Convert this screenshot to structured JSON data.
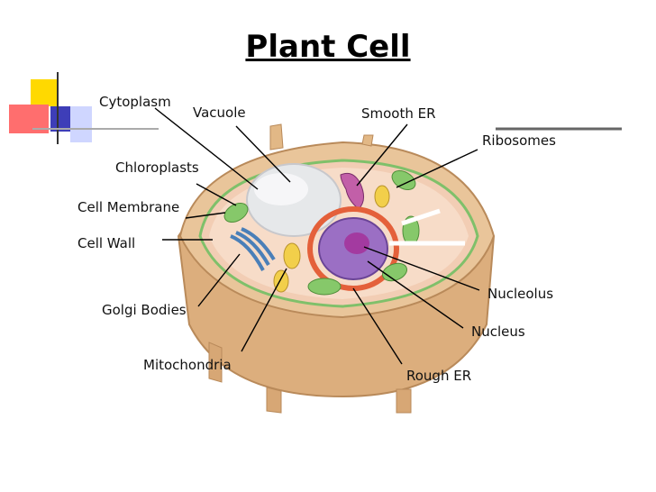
{
  "title": "Plant Cell",
  "labels": {
    "cytoplasm": "Cytoplasm",
    "vacuole": "Vacuole",
    "smooth_er": "Smooth ER",
    "ribosomes": "Ribosomes",
    "chloroplasts": "Chloroplasts",
    "cell_membrane": "Cell Membrane",
    "cell_wall": "Cell Wall",
    "golgi_bodies": "Golgi Bodies",
    "mitochondria": "Mitochondria",
    "nucleolus": "Nucleolus",
    "nucleus": "Nucleus",
    "rough_er": "Rough ER"
  },
  "colors": {
    "cell_wall": "#e9c59a",
    "cytoplasm": "#f7dcc8",
    "vacuole": "#e6e8ea",
    "nucleus": "#9b6fc4",
    "nucleolus": "#a33aa0",
    "rough_er": "#e4603a",
    "chloroplast": "#86c86a",
    "mitochondria": "#f2cf4a",
    "golgi": "#4a7fb8",
    "smooth_er": "#c25fa8"
  }
}
